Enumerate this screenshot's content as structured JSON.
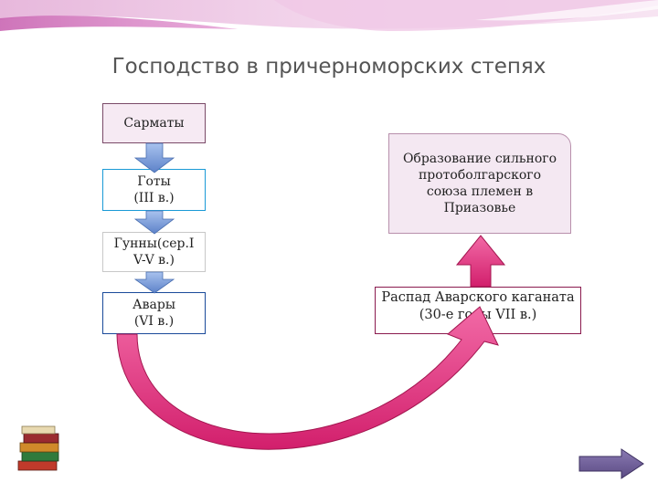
{
  "slide": {
    "title": "Господство в причерноморских степях"
  },
  "boxes": {
    "sarmaty": "Сарматы",
    "goty_line1": "Готы",
    "goty_line2": "(III в.)",
    "gunny_line1": "Гунны(сер.I",
    "gunny_line2": "V-V в.)",
    "avary_line1": "Авары",
    "avary_line2": "(VI в.)",
    "obrazovanie": "Образование сильного протоболгарского союза племен в Приазовье",
    "raspad": "Распад Аварского каганата (30-е годы VII в.)"
  },
  "colors": {
    "arrow_fill": "#e0327a",
    "small_arrow_fill": "#7fa3dd",
    "next_button": "#6f5f95"
  },
  "icons": {
    "books": "books-icon",
    "next": "arrow-right-icon"
  }
}
